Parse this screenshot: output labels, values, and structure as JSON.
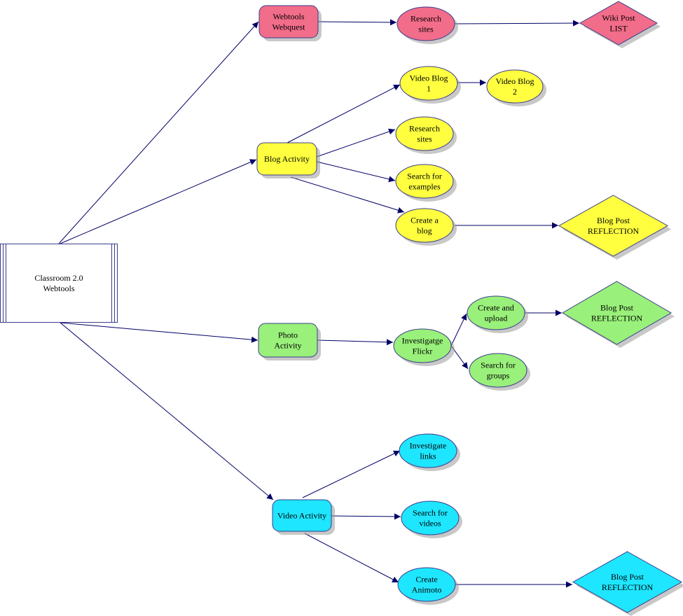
{
  "colors": {
    "pink": "#f26d8a",
    "yellow": "#ffff40",
    "green": "#99f07a",
    "cyan": "#1ee6ff",
    "root": "#ffffff",
    "edge": "#000066"
  },
  "nodes": {
    "root": {
      "label": [
        "Classroom 2.0",
        "Webtools"
      ],
      "color": "root"
    },
    "webtools_webquest": {
      "label": [
        "Webtools",
        "Webquest"
      ],
      "color": "pink"
    },
    "research_sites_1": {
      "label": [
        "Research",
        "sites"
      ],
      "color": "pink"
    },
    "wiki_post_list": {
      "label": [
        "Wiki Post",
        "LIST"
      ],
      "color": "pink"
    },
    "blog_activity": {
      "label": [
        "Blog Activity"
      ],
      "color": "yellow"
    },
    "video_blog_1": {
      "label": [
        "Video Blog",
        "1"
      ],
      "color": "yellow"
    },
    "video_blog_2": {
      "label": [
        "Video Blog",
        "2"
      ],
      "color": "yellow"
    },
    "research_sites_2": {
      "label": [
        "Research",
        "sites"
      ],
      "color": "yellow"
    },
    "search_for_examples": {
      "label": [
        "Search for",
        "examples"
      ],
      "color": "yellow"
    },
    "create_a_blog": {
      "label": [
        "Create a",
        "blog"
      ],
      "color": "yellow"
    },
    "blog_post_reflection_1": {
      "label": [
        "Blog Post",
        "REFLECTION"
      ],
      "color": "yellow"
    },
    "photo_activity": {
      "label": [
        "Photo",
        "Activity"
      ],
      "color": "green"
    },
    "investigate_flickr": {
      "label": [
        "Investigatge",
        "Flickr"
      ],
      "color": "green"
    },
    "create_and_upload": {
      "label": [
        "Create and",
        "upload"
      ],
      "color": "green"
    },
    "search_for_groups": {
      "label": [
        "Search for",
        "groups"
      ],
      "color": "green"
    },
    "blog_post_reflection_2": {
      "label": [
        "Blog Post",
        "REFLECTION"
      ],
      "color": "green"
    },
    "video_activity": {
      "label": [
        "Video Activity"
      ],
      "color": "cyan"
    },
    "investigate_links": {
      "label": [
        "Investigate",
        "links"
      ],
      "color": "cyan"
    },
    "search_for_videos": {
      "label": [
        "Search for",
        "videos"
      ],
      "color": "cyan"
    },
    "create_animoto": {
      "label": [
        "Create",
        "Animoto"
      ],
      "color": "cyan"
    },
    "blog_post_reflection_3": {
      "label": [
        "Blog Post",
        "REFLECTION"
      ],
      "color": "cyan"
    }
  },
  "edges": [
    [
      "root",
      "webtools_webquest"
    ],
    [
      "webtools_webquest",
      "research_sites_1"
    ],
    [
      "research_sites_1",
      "wiki_post_list"
    ],
    [
      "root",
      "blog_activity"
    ],
    [
      "blog_activity",
      "video_blog_1"
    ],
    [
      "video_blog_1",
      "video_blog_2"
    ],
    [
      "blog_activity",
      "research_sites_2"
    ],
    [
      "blog_activity",
      "search_for_examples"
    ],
    [
      "blog_activity",
      "create_a_blog"
    ],
    [
      "create_a_blog",
      "blog_post_reflection_1"
    ],
    [
      "root",
      "photo_activity"
    ],
    [
      "photo_activity",
      "investigate_flickr"
    ],
    [
      "investigate_flickr",
      "create_and_upload"
    ],
    [
      "investigate_flickr",
      "search_for_groups"
    ],
    [
      "create_and_upload",
      "blog_post_reflection_2"
    ],
    [
      "root",
      "video_activity"
    ],
    [
      "video_activity",
      "investigate_links"
    ],
    [
      "video_activity",
      "search_for_videos"
    ],
    [
      "video_activity",
      "create_animoto"
    ],
    [
      "create_animoto",
      "blog_post_reflection_3"
    ]
  ]
}
